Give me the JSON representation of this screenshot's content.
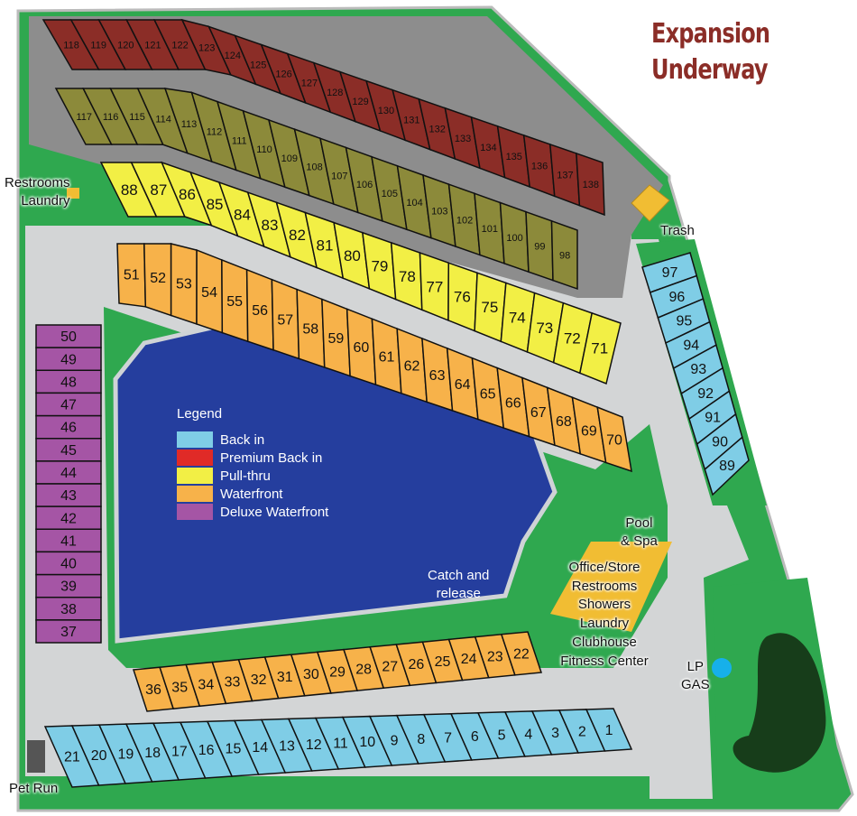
{
  "title": {
    "line1": "Expansion",
    "line2": "Underway"
  },
  "colors": {
    "back_in": "#7fcde6",
    "premium": "#8b2d27",
    "premium_legend": "#e02a27",
    "pull_thru": "#f2ef45",
    "waterfront": "#f7b24a",
    "deluxe": "#a555a5",
    "expansion_olive": "#8c8a3a",
    "grass": "#2fa84f",
    "road": "#d3d5d6",
    "pond": "#253e9e"
  },
  "legend": {
    "title": "Legend",
    "items": [
      {
        "label": "Back in",
        "color": "#7fcde6"
      },
      {
        "label": "Premium Back in",
        "color": "#e02a27"
      },
      {
        "label": "Pull-thru",
        "color": "#f2ef45"
      },
      {
        "label": "Waterfront",
        "color": "#f7b24a"
      },
      {
        "label": "Deluxe Waterfront",
        "color": "#a555a5"
      }
    ]
  },
  "rows": {
    "premium_expansion": [
      "118",
      "119",
      "120",
      "121",
      "122",
      "123",
      "124",
      "125",
      "126",
      "127",
      "128",
      "129",
      "130",
      "131",
      "132",
      "133",
      "134",
      "135",
      "136",
      "137",
      "138"
    ],
    "olive_expansion": [
      "117",
      "116",
      "115",
      "114",
      "113",
      "112",
      "111",
      "110",
      "109",
      "108",
      "107",
      "106",
      "105",
      "104",
      "103",
      "102",
      "101",
      "100",
      "99",
      "98"
    ],
    "pull_thru": [
      "88",
      "87",
      "86",
      "85",
      "84",
      "83",
      "82",
      "81",
      "80",
      "79",
      "78",
      "77",
      "76",
      "75",
      "74",
      "73",
      "72",
      "71"
    ],
    "waterfront_upper": [
      "51",
      "52",
      "53",
      "54",
      "55",
      "56",
      "57",
      "58",
      "59",
      "60",
      "61",
      "62",
      "63",
      "64",
      "65",
      "66",
      "67",
      "68",
      "69",
      "70"
    ],
    "deluxe_waterfront": [
      "50",
      "49",
      "48",
      "47",
      "46",
      "45",
      "44",
      "43",
      "42",
      "41",
      "40",
      "39",
      "38",
      "37"
    ],
    "waterfront_lower": [
      "36",
      "35",
      "34",
      "33",
      "32",
      "31",
      "30",
      "29",
      "28",
      "27",
      "26",
      "25",
      "24",
      "23",
      "22"
    ],
    "back_in_lower": [
      "21",
      "20",
      "19",
      "18",
      "17",
      "16",
      "15",
      "14",
      "13",
      "12",
      "11",
      "10",
      "9",
      "8",
      "7",
      "6",
      "5",
      "4",
      "3",
      "2",
      "1"
    ],
    "back_in_right": [
      "97",
      "96",
      "95",
      "94",
      "93",
      "92",
      "91",
      "90",
      "89"
    ]
  },
  "labels": {
    "restrooms_laundry": [
      "Restrooms",
      "Laundry"
    ],
    "trash": "Trash",
    "catch_release": [
      "Catch and",
      "release"
    ],
    "pool_spa": [
      "Pool",
      "& Spa"
    ],
    "office": [
      "Office/Store",
      "Restrooms",
      "Showers",
      "Laundry",
      "Clubhouse",
      "Fitness Center"
    ],
    "lp_gas": [
      "LP",
      "GAS"
    ],
    "pet_run": "Pet Run"
  }
}
